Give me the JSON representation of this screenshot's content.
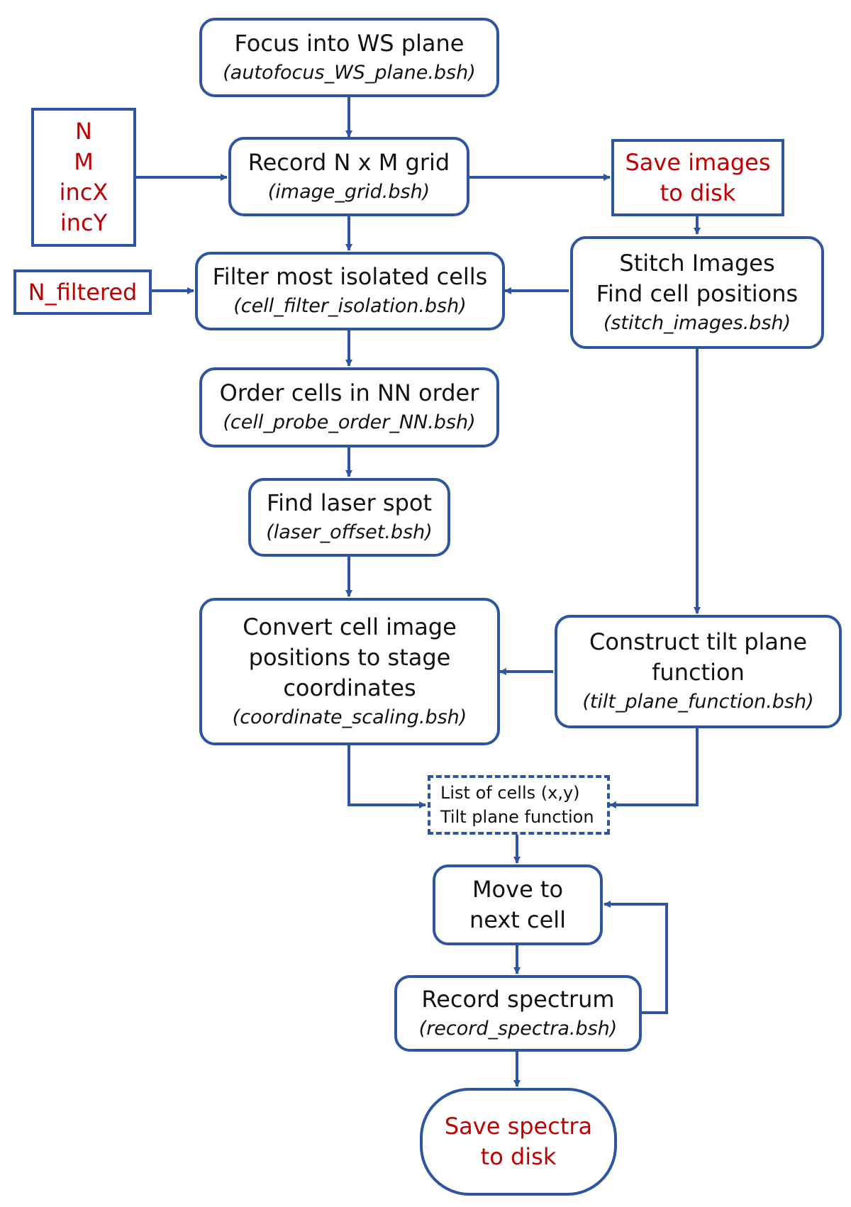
{
  "colors": {
    "stroke": "#2e55a1",
    "parameter_text": "#c00000",
    "text": "#111111"
  },
  "nodes": {
    "focus": {
      "title": "Focus into WS plane",
      "script": "(autofocus_WS_plane.bsh)"
    },
    "params_grid": {
      "lines": [
        "N",
        "M",
        "incX",
        "incY"
      ]
    },
    "record_grid": {
      "title": "Record N x M grid",
      "script": "(image_grid.bsh)"
    },
    "save_images": {
      "lines": [
        "Save images",
        "to disk"
      ]
    },
    "n_filtered": {
      "label": "N_filtered"
    },
    "filter": {
      "title": "Filter most isolated cells",
      "script": "(cell_filter_isolation.bsh)"
    },
    "stitch": {
      "lines": [
        "Stitch Images",
        "Find cell positions"
      ],
      "script": "(stitch_images.bsh)"
    },
    "order": {
      "title": "Order cells in NN order",
      "script": "(cell_probe_order_NN.bsh)"
    },
    "laser": {
      "title": "Find laser spot",
      "script": "(laser_offset.bsh)"
    },
    "convert": {
      "lines": [
        "Convert cell image",
        "positions to stage",
        "coordinates"
      ],
      "script": "(coordinate_scaling.bsh)"
    },
    "tilt": {
      "lines": [
        "Construct tilt plane",
        "function"
      ],
      "script": "(tilt_plane_function.bsh)"
    },
    "list": {
      "lines": [
        "List of cells (x,y)",
        "Tilt plane function"
      ]
    },
    "move": {
      "lines": [
        "Move to",
        "next cell"
      ]
    },
    "spectrum": {
      "title": "Record spectrum",
      "script": "(record_spectra.bsh)"
    },
    "save_spectra": {
      "lines": [
        "Save spectra",
        "to disk"
      ]
    }
  }
}
